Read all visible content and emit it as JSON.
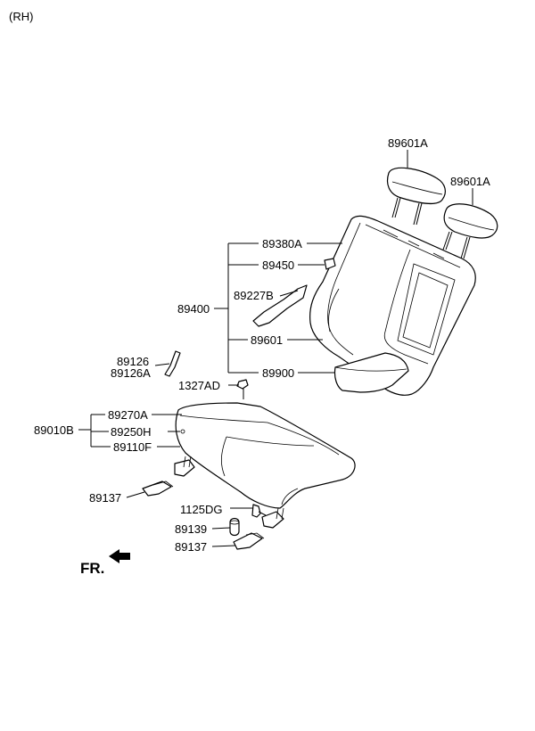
{
  "variant_label": "(RH)",
  "direction_label": "FR.",
  "callouts": {
    "headrest_left": "89601A",
    "headrest_right": "89601A",
    "back_assembly": "89400",
    "back_cover": "89380A",
    "back_pad": "89450",
    "back_frame": "89227B",
    "back_trim": "89601",
    "armrest": "89900",
    "trim_strip": "89126",
    "trim_strip_alt": "89126A",
    "clip": "1327AD",
    "cushion_assembly": "89010B",
    "cushion_cover": "89270A",
    "cushion_pad": "89250H",
    "cushion_frame": "89110F",
    "hook_left": "89137",
    "bolt": "1125DG",
    "bushing": "89139",
    "hook_right": "89137"
  }
}
